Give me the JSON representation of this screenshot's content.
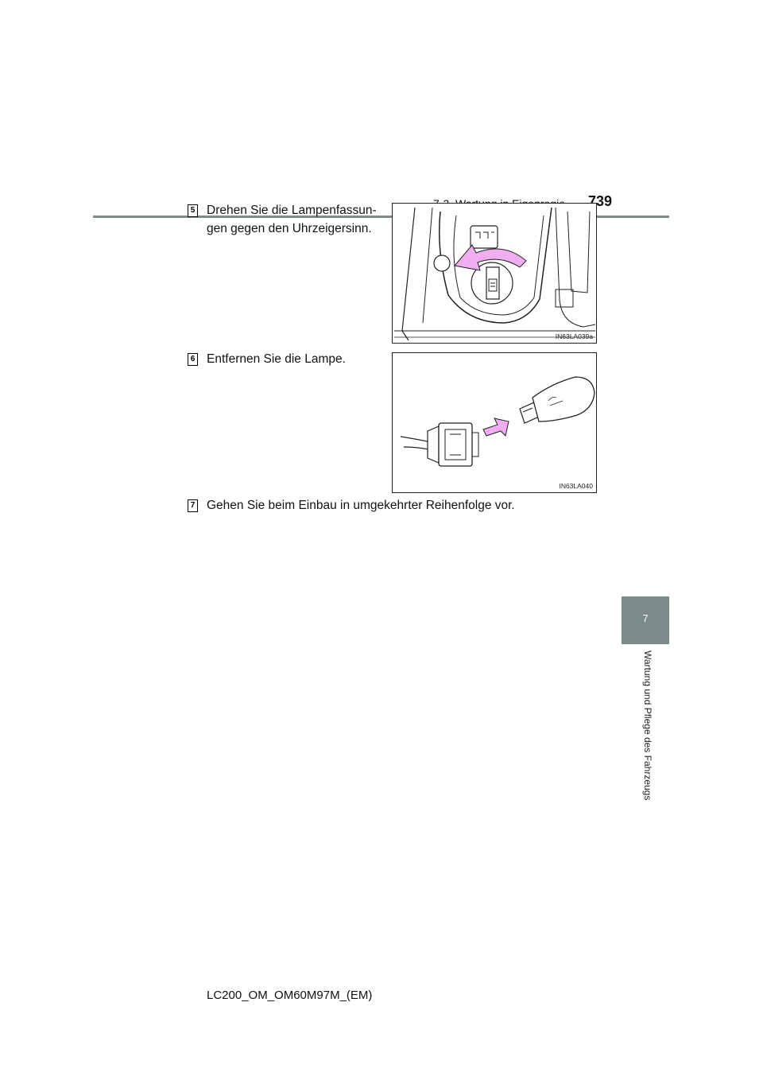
{
  "header": {
    "section_title": "7-3. Wartung in Eigenregie",
    "page_number": "739"
  },
  "side_tab": {
    "chapter_number": "7",
    "chapter_title": "Wartung und Pflege des Fahrzeugs"
  },
  "steps": [
    {
      "number": "5",
      "text_line1": "Drehen Sie die Lampenfassun-",
      "text_line2": "gen gegen den Uhrzeigersinn.",
      "figure_code": "IN63LA039a"
    },
    {
      "number": "6",
      "text": "Entfernen Sie die Lampe.",
      "figure_code": "IN63LA040"
    },
    {
      "number": "7",
      "text": "Gehen Sie beim Einbau in umgekehrter Reihenfolge vor."
    }
  ],
  "footer": {
    "document_code": "LC200_OM_OM60M97M_(EM)"
  },
  "colors": {
    "accent_gray": "#7d8a8b",
    "arrow_pink": "#f0aef0"
  }
}
